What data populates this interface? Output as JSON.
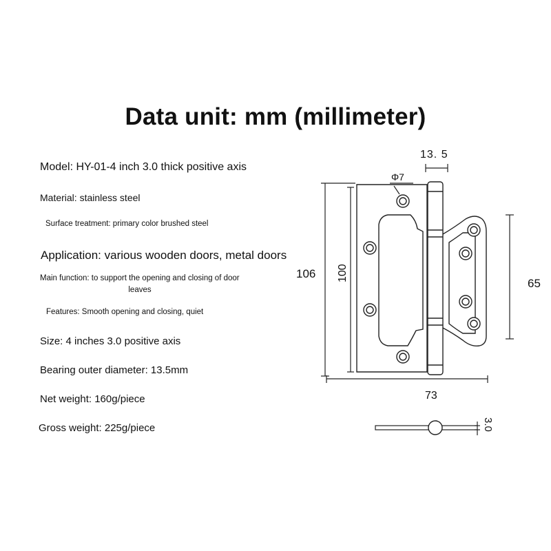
{
  "title": "Data unit: mm (millimeter)",
  "specs": {
    "model": "Model: HY-01-4 inch 3.0 thick positive axis",
    "material": "Material: stainless steel",
    "surface": "Surface treatment: primary color brushed steel",
    "application": "Application: various wooden doors, metal doors",
    "main_function_line1": "Main function: to support the opening and closing of door",
    "main_function_line2": "leaves",
    "features": "Features: Smooth opening and closing, quiet",
    "size": "Size: 4 inches 3.0 positive axis",
    "bearing": "Bearing outer diameter: 13.5mm",
    "net_weight": "Net weight: 160g/piece",
    "gross_weight": "Gross weight: 225g/piece"
  },
  "dimensions": {
    "knuckle_width": "13. 5",
    "hole_diameter": "Φ7",
    "total_height": "106",
    "leaf_height": "100",
    "wing_height": "65",
    "total_width": "73",
    "thickness": "3.0"
  },
  "colors": {
    "line": "#222222",
    "text": "#111111",
    "background": "#ffffff"
  }
}
